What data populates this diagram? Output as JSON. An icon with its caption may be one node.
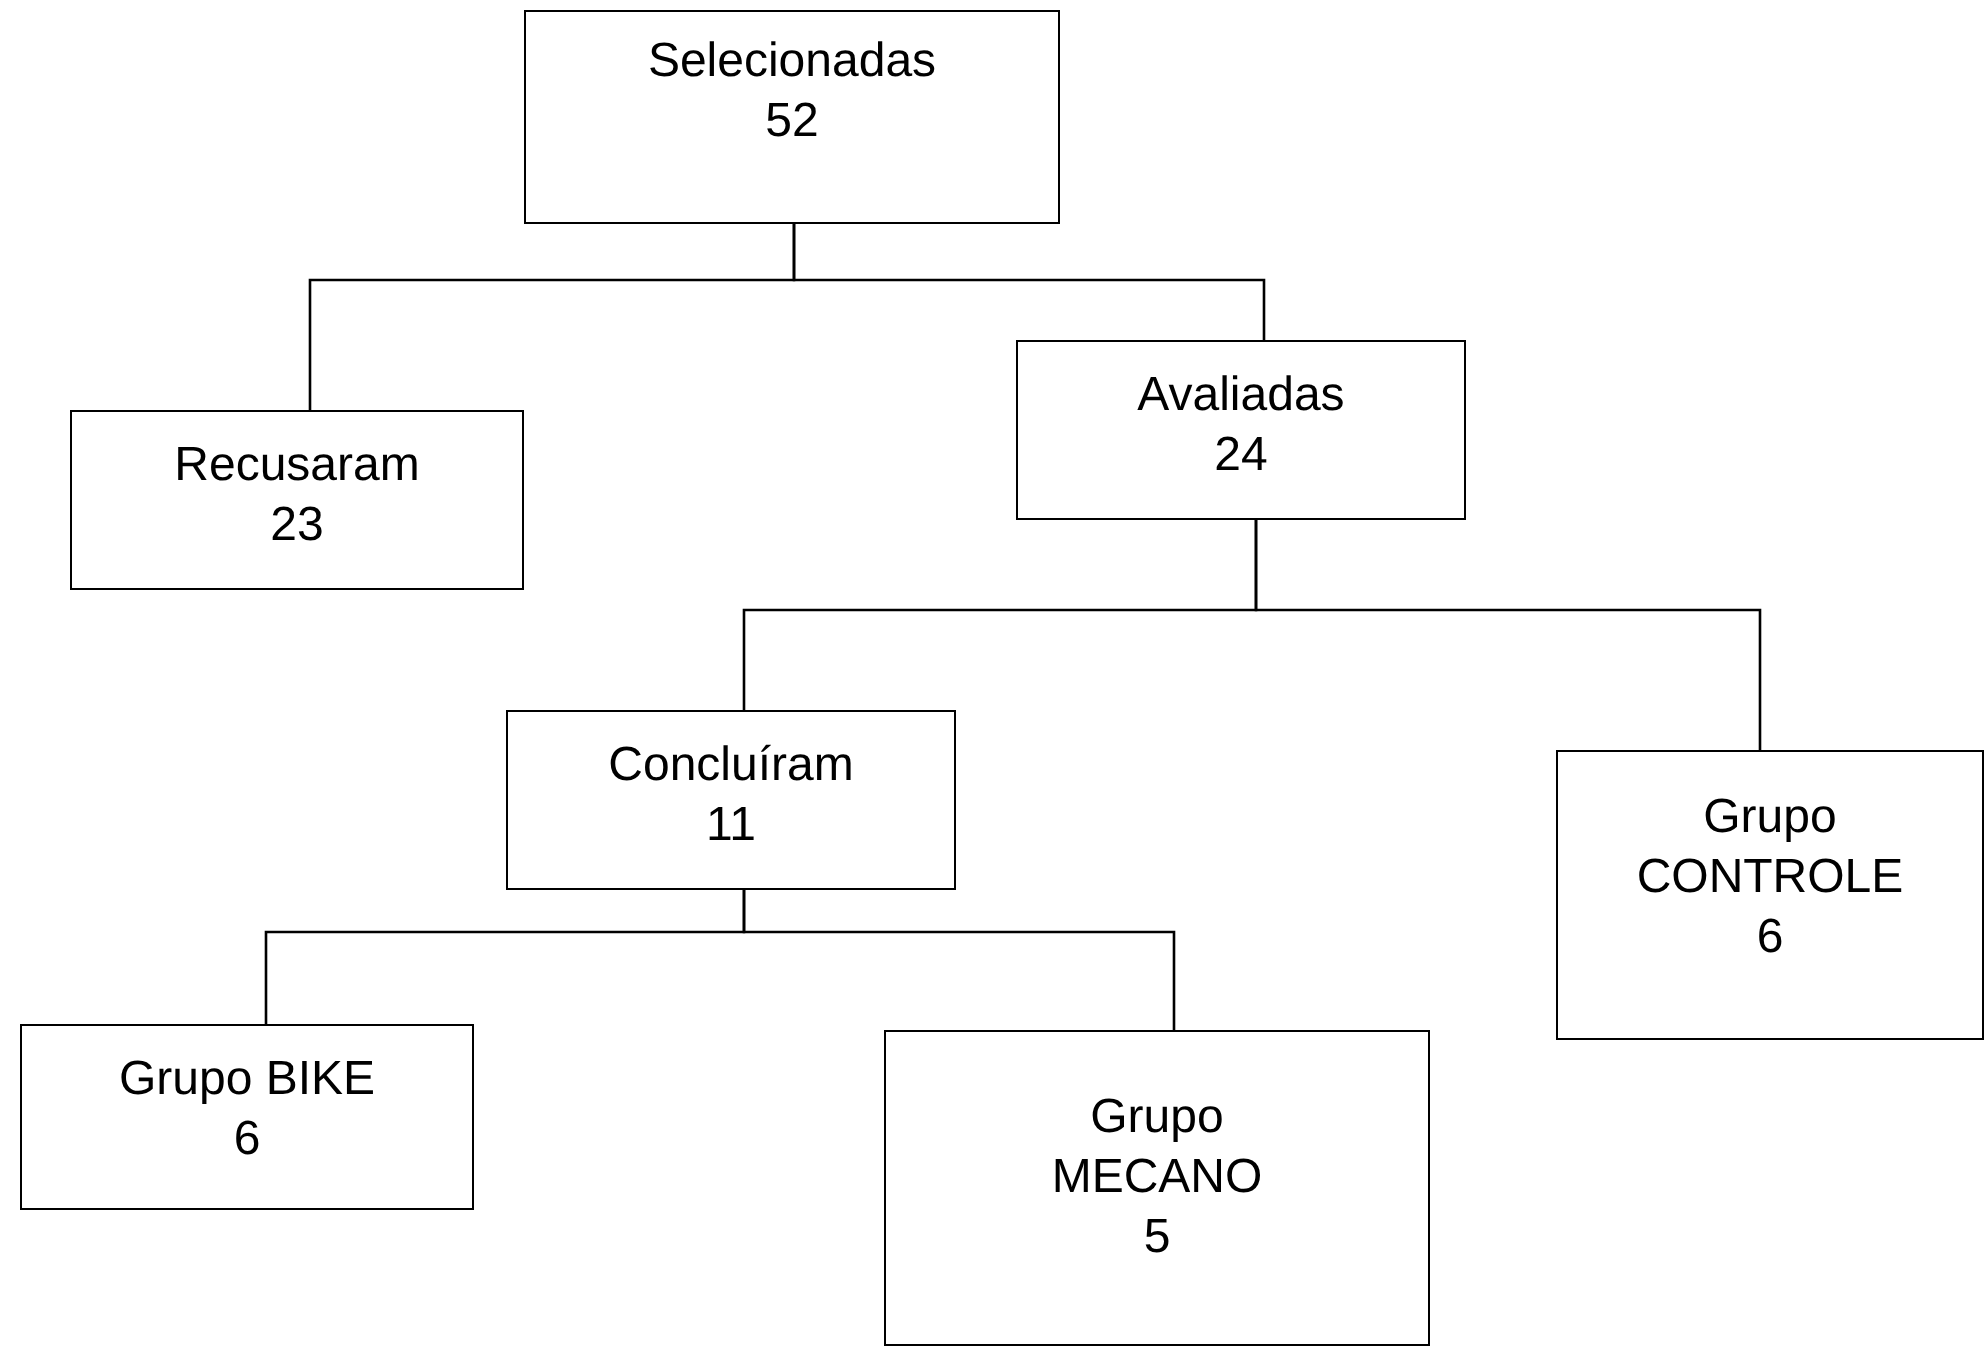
{
  "diagram": {
    "nodes": [
      {
        "text": [
          "Selecionadas",
          "52"
        ]
      },
      {
        "text": [
          "Recusaram",
          "23"
        ]
      },
      {
        "text": [
          "Avaliadas",
          "24"
        ]
      },
      {
        "text": [
          "Concluíram",
          "11"
        ]
      },
      {
        "text": [
          "Grupo CONTROLE",
          "6"
        ]
      },
      {
        "text": [
          "Grupo BIKE",
          "6"
        ]
      },
      {
        "text": [
          "Grupo MECANO",
          "5"
        ]
      }
    ],
    "edges": [
      {
        "from": 0,
        "to": 1,
        "arrow": "none"
      },
      {
        "from": 0,
        "to": 2,
        "arrow": "none"
      },
      {
        "from": 2,
        "to": 3,
        "arrow": "none"
      },
      {
        "from": 2,
        "to": 4,
        "arrow": "none"
      },
      {
        "from": 3,
        "to": 5,
        "arrow": "none"
      },
      {
        "from": 3,
        "to": 6,
        "arrow": "none"
      }
    ]
  }
}
